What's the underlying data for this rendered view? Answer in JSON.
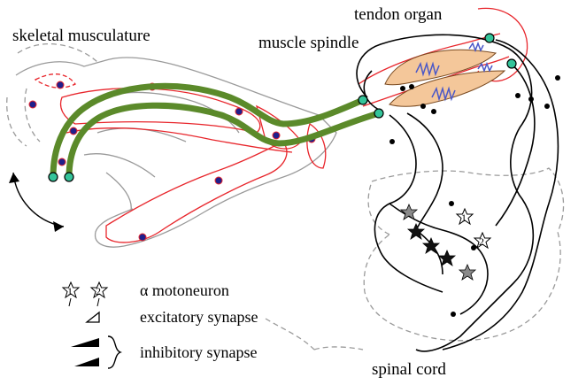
{
  "labels": {
    "skeletal_musculature": "skeletal musculature",
    "tendon_organ": "tendon organ",
    "muscle_spindle": "muscle spindle",
    "spinal_cord": "spinal cord"
  },
  "legend": {
    "motoneuron": "α motoneuron",
    "motoneuron_ids": [
      "1",
      "2"
    ],
    "excitatory": "excitatory synapse",
    "inhibitory": "inhibitory synapse"
  },
  "neuron_ids": [
    "1",
    "2"
  ],
  "colors": {
    "muscle_outline": "#e8262c",
    "tendon_pathway": "#5b8a2a",
    "sensor_node": "#34c49a",
    "muscle_node": "#1f1f8c",
    "muscle_organ": "#f4c79a",
    "spindle_coil": "#4a58c8",
    "neuron_dark": "#3a3a3a",
    "neuron_gray": "#8a8a8a",
    "outline_dashed": "#9a9a9a"
  }
}
